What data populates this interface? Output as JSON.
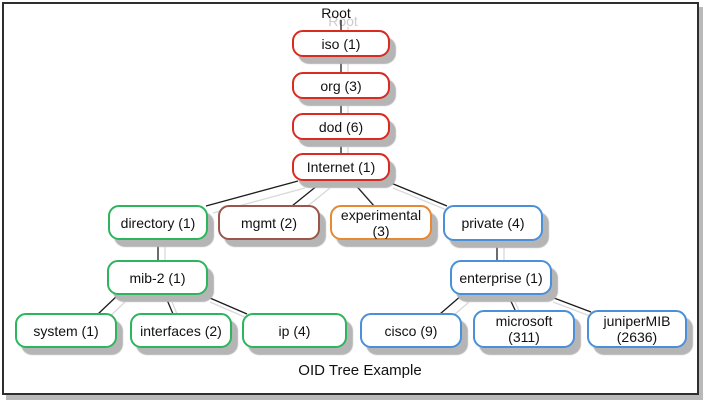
{
  "diagram": {
    "title": "OID Tree Example",
    "root_label": "Root"
  },
  "colors": {
    "red": "#d92b20",
    "green": "#2db55d",
    "blue": "#4a90d8",
    "orange": "#e78832",
    "brown": "#9a564a",
    "line": "#1c1c1c",
    "line_shadow": "#d9d9d9"
  },
  "nodes": {
    "iso": {
      "label": "iso (1)",
      "color": "red"
    },
    "org": {
      "label": "org (3)",
      "color": "red"
    },
    "dod": {
      "label": "dod (6)",
      "color": "red"
    },
    "internet": {
      "label": "Internet (1)",
      "color": "red"
    },
    "directory": {
      "label": "directory (1)",
      "color": "green"
    },
    "mgmt": {
      "label": "mgmt (2)",
      "color": "brown"
    },
    "experimental": {
      "label": "experimental\n(3)",
      "color": "orange"
    },
    "private": {
      "label": "private (4)",
      "color": "blue"
    },
    "mib2": {
      "label": "mib-2 (1)",
      "color": "green"
    },
    "enterprise": {
      "label": "enterprise (1)",
      "color": "blue"
    },
    "system": {
      "label": "system (1)",
      "color": "green"
    },
    "interfaces": {
      "label": "interfaces (2)",
      "color": "green"
    },
    "ip": {
      "label": "ip (4)",
      "color": "green"
    },
    "cisco": {
      "label": "cisco (9)",
      "color": "blue"
    },
    "microsoft": {
      "label": "microsoft\n(311)",
      "color": "blue"
    },
    "junipermib": {
      "label": "juniperMIB\n(2636)",
      "color": "blue"
    }
  },
  "edges": [
    [
      "Root",
      "iso (1)"
    ],
    [
      "iso (1)",
      "org (3)"
    ],
    [
      "org (3)",
      "dod (6)"
    ],
    [
      "dod (6)",
      "Internet (1)"
    ],
    [
      "Internet (1)",
      "directory (1)"
    ],
    [
      "Internet (1)",
      "mgmt (2)"
    ],
    [
      "Internet (1)",
      "experimental (3)"
    ],
    [
      "Internet (1)",
      "private (4)"
    ],
    [
      "directory (1)",
      "mib-2 (1)"
    ],
    [
      "mib-2 (1)",
      "system (1)"
    ],
    [
      "mib-2 (1)",
      "interfaces (2)"
    ],
    [
      "mib-2 (1)",
      "ip (4)"
    ],
    [
      "private (4)",
      "enterprise (1)"
    ],
    [
      "enterprise (1)",
      "cisco (9)"
    ],
    [
      "enterprise (1)",
      "microsoft (311)"
    ],
    [
      "enterprise (1)",
      "juniperMIB (2636)"
    ]
  ]
}
